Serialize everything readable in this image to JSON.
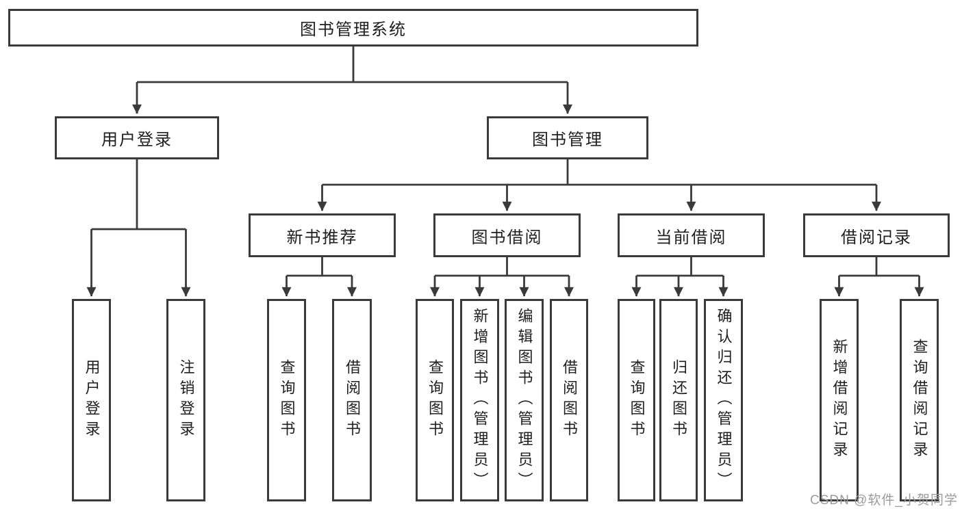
{
  "root": {
    "label": "图书管理系统"
  },
  "branches": [
    {
      "label": "用户登录",
      "leaves": [
        "用户登录",
        "注销登录"
      ]
    },
    {
      "label": "图书管理",
      "sections": [
        {
          "label": "新书推荐",
          "leaves": [
            "查询图书",
            "借阅图书"
          ]
        },
        {
          "label": "图书借阅",
          "leaves": [
            "查询图书",
            "新增图书（管理员）",
            "编辑图书（管理员）",
            "借阅图书"
          ]
        },
        {
          "label": "当前借阅",
          "leaves": [
            "查询图书",
            "归还图书",
            "确认归还（管理员）"
          ]
        },
        {
          "label": "借阅记录",
          "leaves": [
            "新增借阅记录",
            "查询借阅记录"
          ]
        }
      ]
    }
  ],
  "watermark": "CSDN @软件_小贺同学",
  "colors": {
    "line": "#3a3a3a",
    "box_border": "#3a3a3a",
    "text": "#1f1f1f",
    "watermark": "#9b9b9b",
    "background": "#ffffff"
  }
}
